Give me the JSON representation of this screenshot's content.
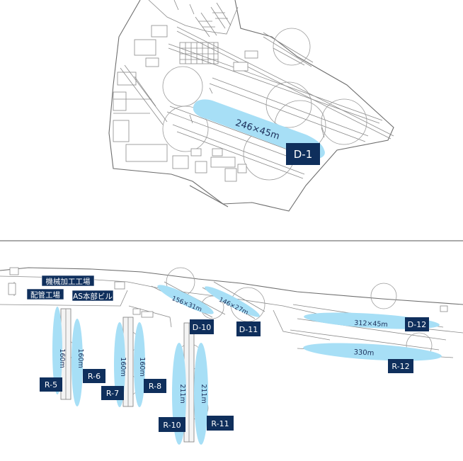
{
  "colors": {
    "dock_fill": "#a7dff6",
    "tag_bg": "#0f2f5c",
    "tag_text": "#ffffff",
    "line": "#8a8a8a",
    "separator": "#555555"
  },
  "upper_map": {
    "dock": {
      "id": "D-1",
      "dimension": "246×45m"
    }
  },
  "lower_map": {
    "buildings": [
      {
        "key": "machining",
        "label": "機械加工工場"
      },
      {
        "key": "piping",
        "label": "配管工場"
      },
      {
        "key": "as_hq",
        "label": "AS本部ビル"
      }
    ],
    "docks": [
      {
        "id": "D-10",
        "dimension": "156×31m"
      },
      {
        "id": "D-11",
        "dimension": "146×27m"
      },
      {
        "id": "D-12",
        "dimension": "312×45m"
      }
    ],
    "quays": [
      {
        "id": "R-5",
        "length": "160m"
      },
      {
        "id": "R-6",
        "length": "160m"
      },
      {
        "id": "R-7",
        "length": "160m"
      },
      {
        "id": "R-8",
        "length": "160m"
      },
      {
        "id": "R-10",
        "length": "211m"
      },
      {
        "id": "R-11",
        "length": "211m"
      },
      {
        "id": "R-12",
        "length": "330m"
      }
    ]
  }
}
